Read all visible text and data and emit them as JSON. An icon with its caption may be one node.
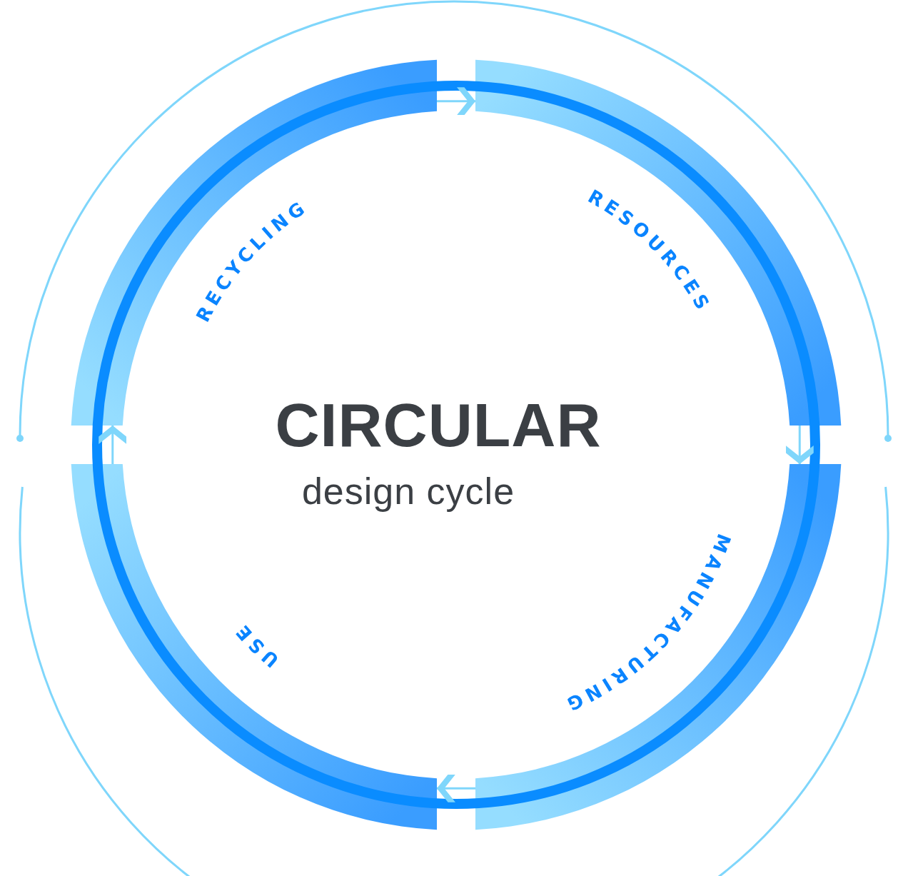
{
  "diagram": {
    "title": "CIRCULAR",
    "nodes": [
      {
        "text": [
          "RESOURCES"
        ]
      },
      {
        "text": [
          "MANUFACTURING"
        ]
      },
      {
        "text": [
          "USE"
        ]
      },
      {
        "text": [
          "RECYCLING"
        ]
      }
    ],
    "edges": [
      {
        "from": 3,
        "to": 0,
        "arrow": "to"
      },
      {
        "from": 0,
        "to": 1,
        "arrow": "to"
      },
      {
        "from": 1,
        "to": 2,
        "arrow": "to"
      },
      {
        "from": 2,
        "to": 3,
        "arrow": "to"
      }
    ],
    "labels": [
      "design cycle"
    ]
  }
}
